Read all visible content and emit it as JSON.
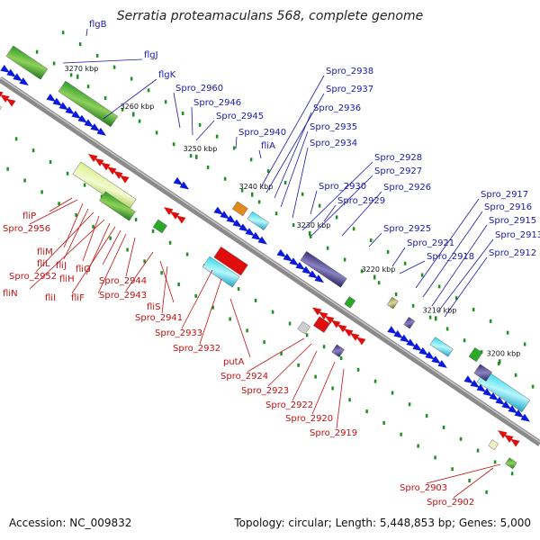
{
  "title": "Serratia proteamaculans 568, complete genome",
  "footer": {
    "accession": "Accession: NC_009832",
    "summary": "Topology: circular; Length: 5,448,853 bp; Genes: 5,000"
  },
  "scale_ticks": [
    {
      "label": "3270 kbp",
      "kbp": 3270
    },
    {
      "label": "3260 kbp",
      "kbp": 3260
    },
    {
      "label": "3250 kbp",
      "kbp": 3250
    },
    {
      "label": "3240 kbp",
      "kbp": 3240
    },
    {
      "label": "3230 kbp",
      "kbp": 3230
    },
    {
      "label": "3220 kbp",
      "kbp": 3220
    },
    {
      "label": "3210 kbp",
      "kbp": 3210
    },
    {
      "label": "3200 kbp",
      "kbp": 3200
    }
  ],
  "colors": {
    "backbone": "#8a8a8a",
    "top_label": "#1a1aa8",
    "bottom_label": "#c41010",
    "gene_blue": "#0a1adc",
    "gene_red": "#e00d0d",
    "tick_green": "#1f8f1f"
  },
  "top_labels": [
    "flgB",
    "flgJ",
    "flgK",
    "Spro_2960",
    "Spro_2946",
    "Spro_2945",
    "Spro_2940",
    "fliA",
    "Spro_2938",
    "Spro_2937",
    "Spro_2936",
    "Spro_2935",
    "Spro_2934",
    "Spro_2928",
    "Spro_2927",
    "Spro_2930",
    "Spro_2929",
    "Spro_2926",
    "Spro_2925",
    "Spro_2921",
    "Spro_2918",
    "Spro_2917",
    "Spro_2916",
    "Spro_2915",
    "Spro_2913",
    "Spro_2912"
  ],
  "bottom_labels": [
    "fliP",
    "Spro_2956",
    "fliM",
    "fliL",
    "Spro_2952",
    "fliJ",
    "fliN",
    "fliH",
    "fliI",
    "fliG",
    "fliF",
    "Spro_2944",
    "Spro_2943",
    "fliS",
    "Spro_2941",
    "Spro_2933",
    "Spro_2932",
    "putA",
    "Spro_2924",
    "Spro_2923",
    "Spro_2922",
    "Spro_2920",
    "Spro_2919",
    "Spro_2903",
    "Spro_2902"
  ]
}
